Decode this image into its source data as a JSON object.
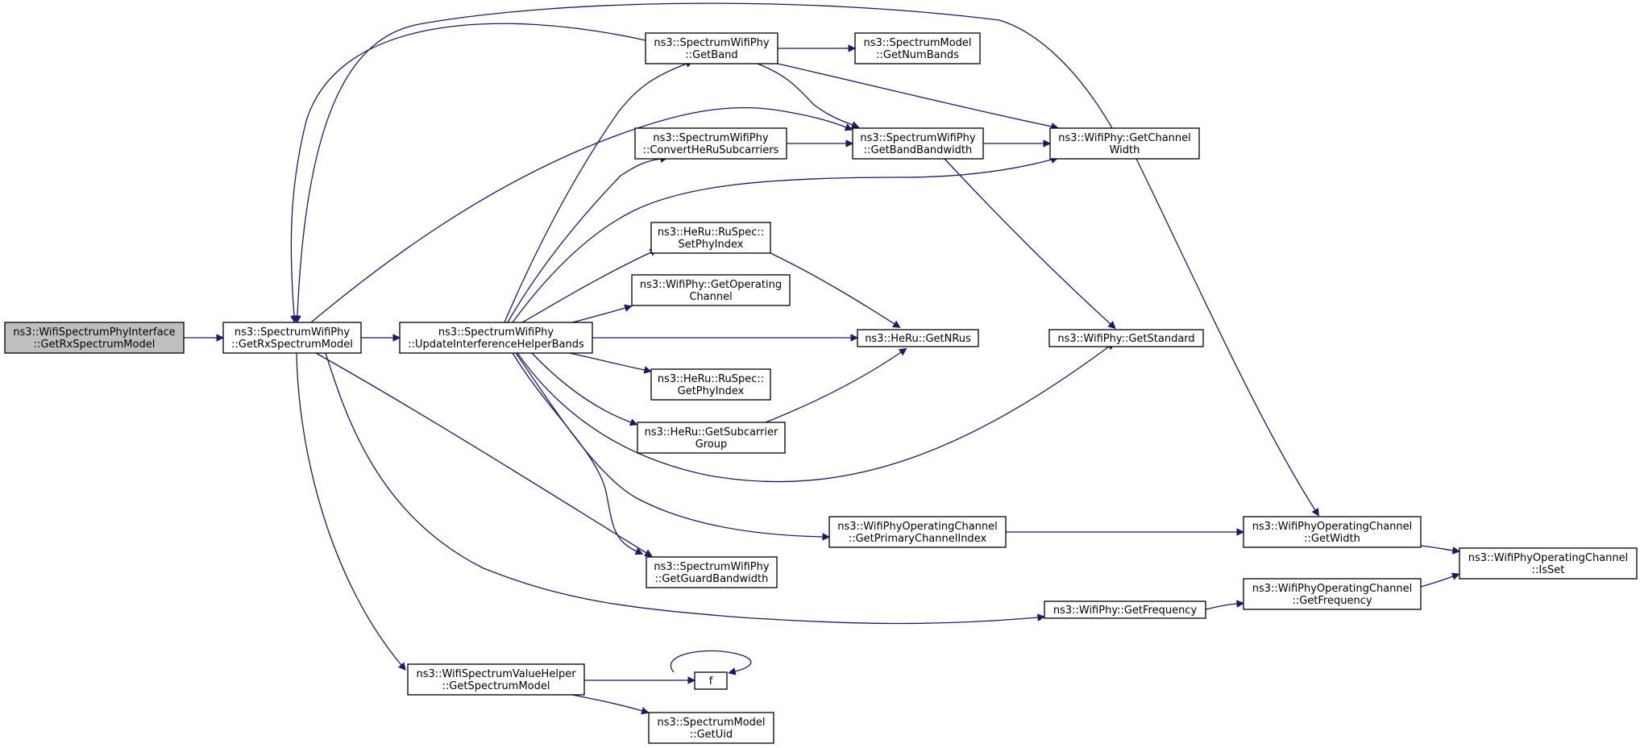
{
  "nodes": [
    {
      "id": "root",
      "lines": [
        "ns3::WifiSpectrumPhyInterface",
        "::GetRxSpectrumModel"
      ],
      "highlight": true
    },
    {
      "id": "getRxSM",
      "lines": [
        "ns3::SpectrumWifiPhy",
        "::GetRxSpectrumModel"
      ]
    },
    {
      "id": "updIHB",
      "lines": [
        "ns3::SpectrumWifiPhy",
        "::UpdateInterferenceHelperBands"
      ]
    },
    {
      "id": "getBand",
      "lines": [
        "ns3::SpectrumWifiPhy",
        "::GetBand"
      ]
    },
    {
      "id": "getNumBands",
      "lines": [
        "ns3::SpectrumModel",
        "::GetNumBands"
      ]
    },
    {
      "id": "convHe",
      "lines": [
        "ns3::SpectrumWifiPhy",
        "::ConvertHeRuSubcarriers"
      ]
    },
    {
      "id": "getBandBW",
      "lines": [
        "ns3::SpectrumWifiPhy",
        "::GetBandBandwidth"
      ]
    },
    {
      "id": "getChW",
      "lines": [
        "ns3::WifiPhy::GetChannel",
        "Width"
      ]
    },
    {
      "id": "setPhyIdx",
      "lines": [
        "ns3::HeRu::RuSpec::",
        "SetPhyIndex"
      ]
    },
    {
      "id": "getOpCh",
      "lines": [
        "ns3::WifiPhy::GetOperating",
        "Channel"
      ]
    },
    {
      "id": "getNRus",
      "lines": [
        "ns3::HeRu::GetNRus"
      ]
    },
    {
      "id": "getStd",
      "lines": [
        "ns3::WifiPhy::GetStandard"
      ]
    },
    {
      "id": "getPhyIdx",
      "lines": [
        "ns3::HeRu::RuSpec::",
        "GetPhyIndex"
      ]
    },
    {
      "id": "getSubGrp",
      "lines": [
        "ns3::HeRu::GetSubcarrier",
        "Group"
      ]
    },
    {
      "id": "getPrimIdx",
      "lines": [
        "ns3::WifiPhyOperatingChannel",
        "::GetPrimaryChannelIndex"
      ]
    },
    {
      "id": "opGetWidth",
      "lines": [
        "ns3::WifiPhyOperatingChannel",
        "::GetWidth"
      ]
    },
    {
      "id": "isSet",
      "lines": [
        "ns3::WifiPhyOperatingChannel",
        "::IsSet"
      ]
    },
    {
      "id": "getGuard",
      "lines": [
        "ns3::SpectrumWifiPhy",
        "::GetGuardBandwidth"
      ]
    },
    {
      "id": "getFreq",
      "lines": [
        "ns3::WifiPhy::GetFrequency"
      ]
    },
    {
      "id": "opGetFreq",
      "lines": [
        "ns3::WifiPhyOperatingChannel",
        "::GetFrequency"
      ]
    },
    {
      "id": "valHelper",
      "lines": [
        "ns3::WifiSpectrumValueHelper",
        "::GetSpectrumModel"
      ]
    },
    {
      "id": "f",
      "lines": [
        "f"
      ]
    },
    {
      "id": "getUid",
      "lines": [
        "ns3::SpectrumModel",
        "::GetUid"
      ]
    }
  ],
  "edges": [
    {
      "from": "root",
      "to": "getRxSM"
    },
    {
      "from": "getRxSM",
      "to": "updIHB"
    },
    {
      "from": "getRxSM",
      "to": "getBandBW"
    },
    {
      "from": "getRxSM",
      "to": "getGuard"
    },
    {
      "from": "getRxSM",
      "to": "getFreq"
    },
    {
      "from": "getRxSM",
      "to": "valHelper"
    },
    {
      "from": "updIHB",
      "to": "getBand"
    },
    {
      "from": "updIHB",
      "to": "convHe"
    },
    {
      "from": "updIHB",
      "to": "getChW"
    },
    {
      "from": "updIHB",
      "to": "setPhyIdx"
    },
    {
      "from": "updIHB",
      "to": "getOpCh"
    },
    {
      "from": "updIHB",
      "to": "getNRus"
    },
    {
      "from": "updIHB",
      "to": "getPhyIdx"
    },
    {
      "from": "updIHB",
      "to": "getSubGrp"
    },
    {
      "from": "updIHB",
      "to": "getStd"
    },
    {
      "from": "updIHB",
      "to": "getPrimIdx"
    },
    {
      "from": "updIHB",
      "to": "getGuard"
    },
    {
      "from": "getBand",
      "to": "getNumBands"
    },
    {
      "from": "getBand",
      "to": "getBandBW"
    },
    {
      "from": "getBand",
      "to": "getChW"
    },
    {
      "from": "getBand",
      "to": "getRxSM"
    },
    {
      "from": "getChW",
      "to": "getRxSM"
    },
    {
      "from": "getChW",
      "to": "opGetWidth"
    },
    {
      "from": "convHe",
      "to": "getBandBW"
    },
    {
      "from": "getBandBW",
      "to": "getChW"
    },
    {
      "from": "getBandBW",
      "to": "getStd"
    },
    {
      "from": "setPhyIdx",
      "to": "getNRus"
    },
    {
      "from": "getSubGrp",
      "to": "getNRus"
    },
    {
      "from": "getPrimIdx",
      "to": "opGetWidth"
    },
    {
      "from": "opGetWidth",
      "to": "isSet"
    },
    {
      "from": "getFreq",
      "to": "opGetFreq"
    },
    {
      "from": "opGetFreq",
      "to": "isSet"
    },
    {
      "from": "valHelper",
      "to": "f"
    },
    {
      "from": "valHelper",
      "to": "getUid"
    },
    {
      "from": "f",
      "to": "f"
    }
  ],
  "colors": {
    "edge": "#191970",
    "highlight_fill": "#bfbfbf",
    "node_fill": "#ffffff",
    "node_stroke": "#000000"
  }
}
